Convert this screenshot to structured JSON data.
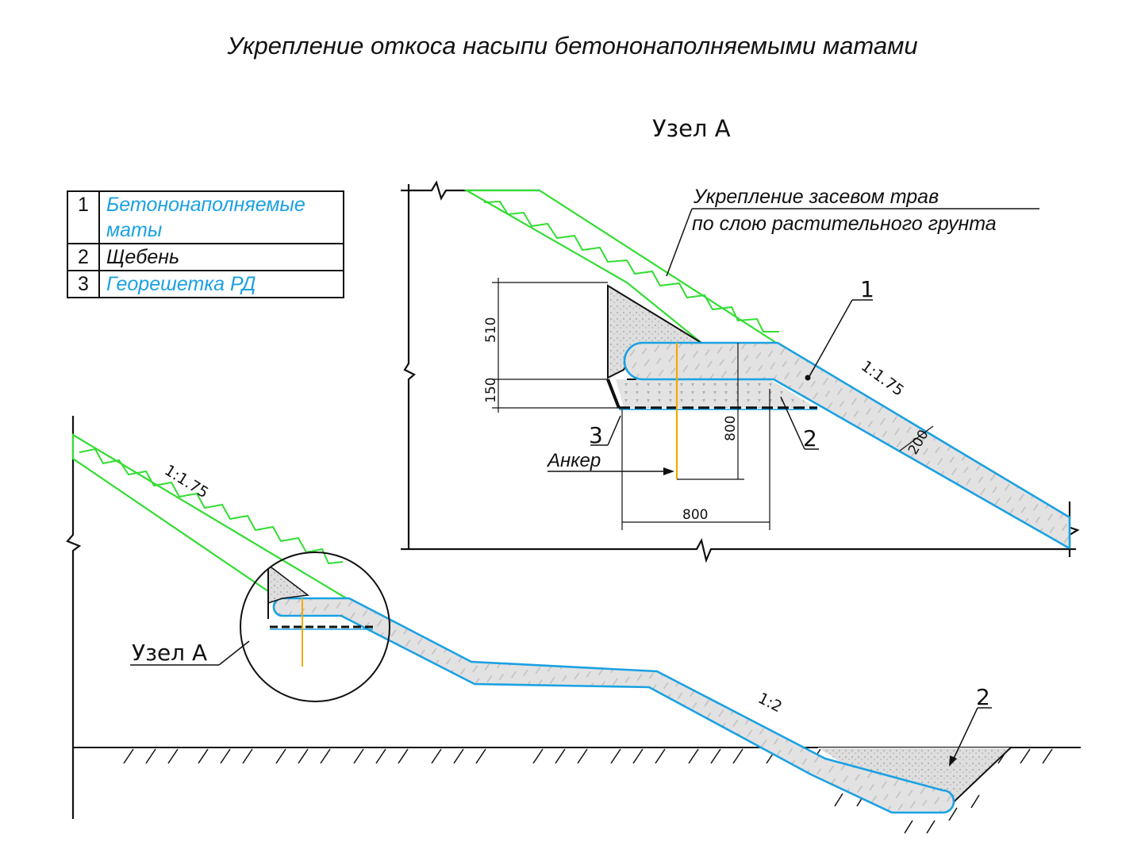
{
  "title": "Укрепление откоса насыпи бетононаполняемыми матами",
  "colors": {
    "mat_outline": "#1ba1e2",
    "vegetation": "#33dd33",
    "anchor": "#f5a800",
    "fill_gray": "#d9d9d9",
    "line": "#111111"
  },
  "legend": [
    {
      "num": "1",
      "name": "Бетононаполняемые маты",
      "color": "#1ba1e2"
    },
    {
      "num": "2",
      "name": "Щебень",
      "color": "#111111"
    },
    {
      "num": "3",
      "name": "Георешетка РД",
      "color": "#1ba1e2"
    }
  ],
  "detail": {
    "title": "Узел А",
    "note_line1": "Укрепление засевом трав",
    "note_line2": "по слою растительного грунта",
    "callout_1": "1",
    "callout_2": "2",
    "callout_3": "3",
    "anchor_label": "Анкер",
    "slope": "1:1.75",
    "dims": {
      "d510": "510",
      "d150": "150",
      "d800v": "800",
      "d800h": "800",
      "d200": "200"
    }
  },
  "main": {
    "slope_top": "1:1.75",
    "slope_bottom": "1:2",
    "node_label": "Узел А",
    "callout_2": "2"
  }
}
